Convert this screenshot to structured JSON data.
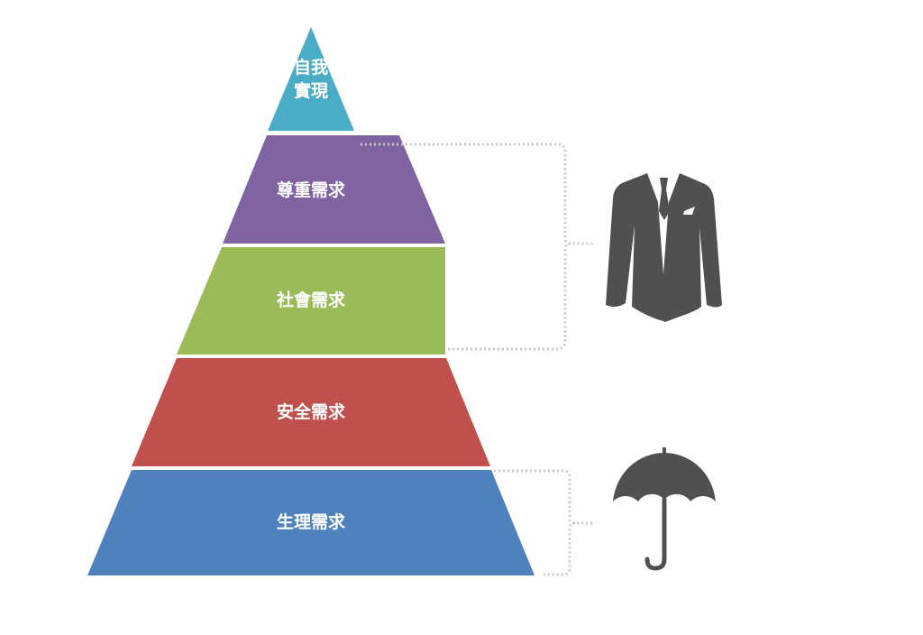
{
  "pyramid": {
    "levels": [
      {
        "lines": [
          "自我",
          "實現"
        ],
        "color": "#4bacc6"
      },
      {
        "lines": [
          "尊重需求"
        ],
        "color": "#8064a2"
      },
      {
        "lines": [
          "社會需求"
        ],
        "color": "#9bbb59"
      },
      {
        "lines": [
          "安全需求"
        ],
        "color": "#c0504d"
      },
      {
        "lines": [
          "生理需求"
        ],
        "color": "#4f81bd"
      }
    ]
  },
  "icons": {
    "upper": "suit-icon",
    "lower": "umbrella-icon",
    "color": "#505050"
  },
  "bracket_color": "#c8c8c8"
}
